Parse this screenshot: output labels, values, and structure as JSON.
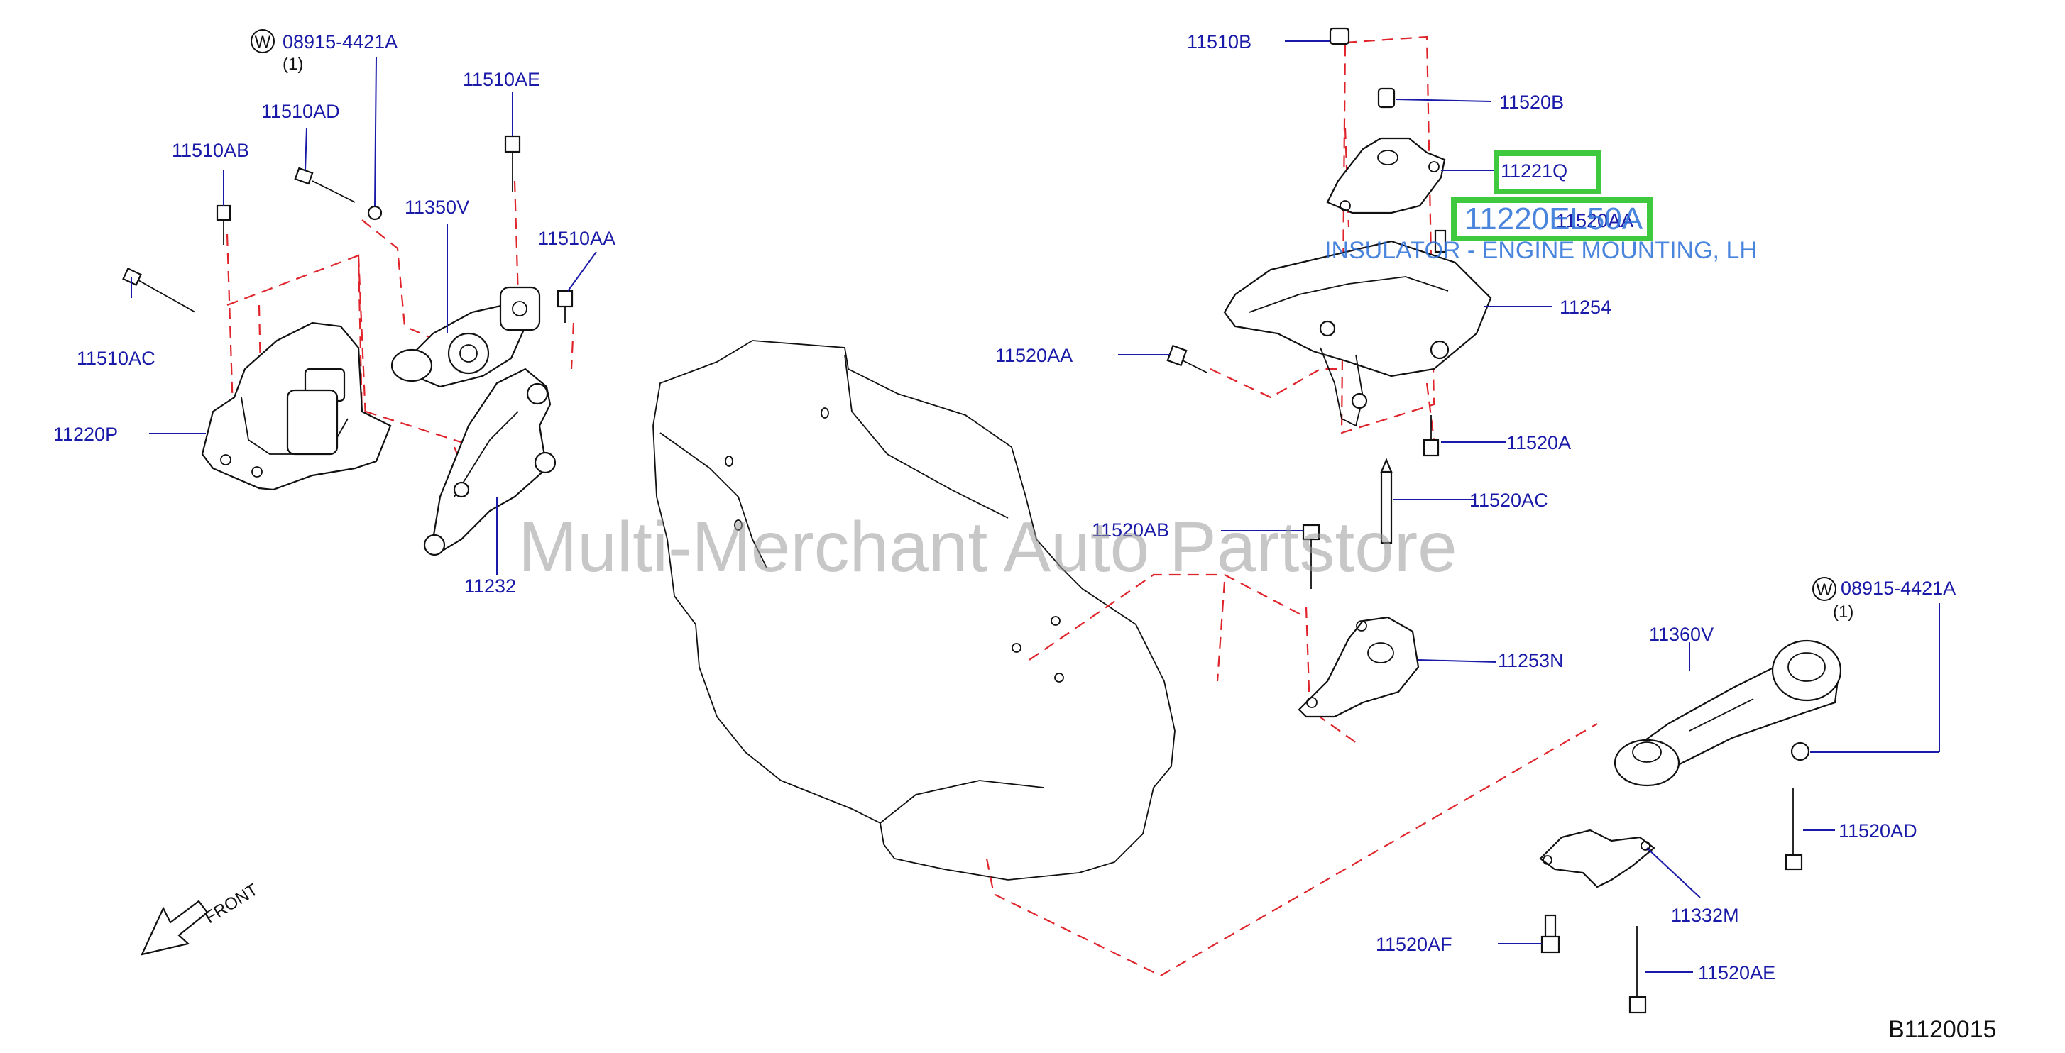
{
  "labels": {
    "p_08915_left": "08915-4421A",
    "q_left": "(1)",
    "p_11510AD": "11510AD",
    "p_11510AE": "11510AE",
    "p_11510AB": "11510AB",
    "p_11350V": "11350V",
    "p_11510AA": "11510AA",
    "p_11510AC": "11510AC",
    "p_11220P": "11220P",
    "p_11232": "11232",
    "p_11510B": "11510B",
    "p_11520B": "11520B",
    "p_11221Q": "11221Q",
    "p_11520AA_top": "11520AA",
    "p_11254": "11254",
    "p_11520AA_left": "11520AA",
    "p_11520A": "11520A",
    "p_11520AC": "11520AC",
    "p_11520AB": "11520AB",
    "p_08915_right": "08915-4421A",
    "q_right": "(1)",
    "p_11360V": "11360V",
    "p_11253N": "11253N",
    "p_11520AD": "11520AD",
    "p_11332M": "11332M",
    "p_11520AF": "11520AF",
    "p_11520AE": "11520AE",
    "front": "FRONT",
    "washer_symbol": "W",
    "diagram_code": "B1120015"
  },
  "overlay": {
    "part_number": "11220EL50A",
    "part_name": "INSULATOR - ENGINE MOUNTING, LH",
    "highlight_color": "#3ec93e"
  },
  "watermark": "Multi-Merchant Auto Partstore",
  "colors": {
    "label": "#1a1aa8",
    "dashed_line": "#e0242c",
    "outline": "#111111",
    "overlay_text": "#2a6fd8",
    "watermark": "#9a9a9a"
  }
}
